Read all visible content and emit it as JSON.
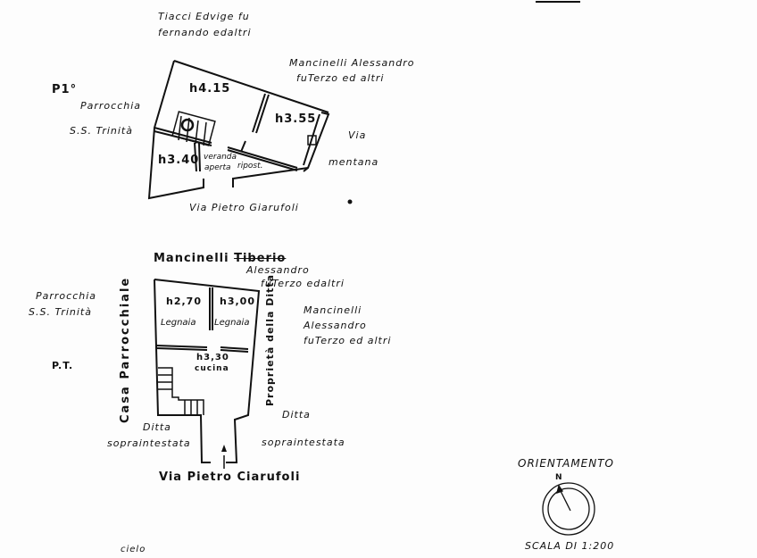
{
  "upper_plan": {
    "floor_label": "P1°",
    "north_owner": [
      "Tiacci Edvige fu",
      "fernando edaltri"
    ],
    "east_owner": [
      "Mancinelli Alessandro",
      "fuTerzo ed altri"
    ],
    "west_owner": [
      "Parrocchia",
      "S.S. Trinità"
    ],
    "east_street": [
      "Via",
      "mentana"
    ],
    "south_street": "Via Pietro Giarufoli",
    "rooms": [
      "h4.15",
      "h3.55",
      "h3.40"
    ],
    "room_notes": [
      "veranda",
      "aperta",
      "ripost."
    ]
  },
  "lower_plan": {
    "floor_label": "P.T.",
    "north_owner": "Mancinelli",
    "north_owner_struck": "Tiberio",
    "north_owner_extra": [
      "Alessandro",
      "fuTerzo edaltri"
    ],
    "west_owner": [
      "Parrocchia",
      "S.S. Trinità"
    ],
    "west_building": "Casa Parrocchiale",
    "east_owner": [
      "Mancinelli",
      "Alessandro",
      "fuTerzo ed altri"
    ],
    "east_building": "Proprietà della Ditta",
    "rooms": [
      {
        "height": "h2,70",
        "name": "Legnaia"
      },
      {
        "height": "h3,00",
        "name": "Legnaia"
      },
      {
        "height": "h3,30",
        "name": "cucina"
      }
    ],
    "ditta_left": [
      "Ditta",
      "sopraintestata"
    ],
    "ditta_right": [
      "Ditta",
      "sopraintestata"
    ],
    "south_street": "Via Pietro Ciarufoli"
  },
  "orientation": {
    "title": "ORIENTAMENTO",
    "north": "N",
    "scale": "SCALA DI 1:200"
  },
  "footer_note": "cielo"
}
